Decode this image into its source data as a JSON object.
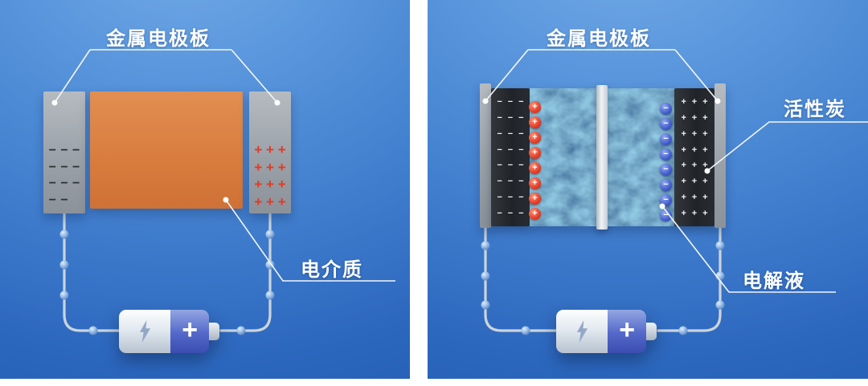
{
  "figure": {
    "battery_plus": "+",
    "left": {
      "electrode_plate_label": "金属电极板",
      "dielectric_label": "电介质",
      "negative_marks": {
        "count": 11,
        "symbol": "−",
        "name": "negative-charge-mark"
      },
      "positive_marks": {
        "count": 12,
        "symbol": "+",
        "name": "positive-charge-mark"
      }
    },
    "right": {
      "electrode_plate_label": "金属电极板",
      "activated_carbon_label": "活性炭",
      "electrolyte_label": "电解液",
      "left_carbon_marks": {
        "count": 24,
        "symbol": "−",
        "name": "negative-charge-mark"
      },
      "right_carbon_marks": {
        "count": 24,
        "symbol": "+",
        "name": "positive-charge-mark"
      },
      "positive_ions": {
        "count": 8,
        "symbol": "+",
        "name": "positive-ion"
      },
      "negative_ions": {
        "count": 8,
        "symbol": "−",
        "name": "negative-ion"
      }
    },
    "colors": {
      "background_top": "#6ba6e6",
      "background_bottom": "#2a65bd",
      "metal_plate_gray": "#a9aeb5",
      "dielectric_orange": "#dd8448",
      "activated_carbon_dark": "#26292d",
      "electrolyte_blue": "#3d74ab",
      "positive_red": "#e0341f",
      "negative_blue": "#3a57c8",
      "battery_blue": "#4f64c4"
    }
  }
}
